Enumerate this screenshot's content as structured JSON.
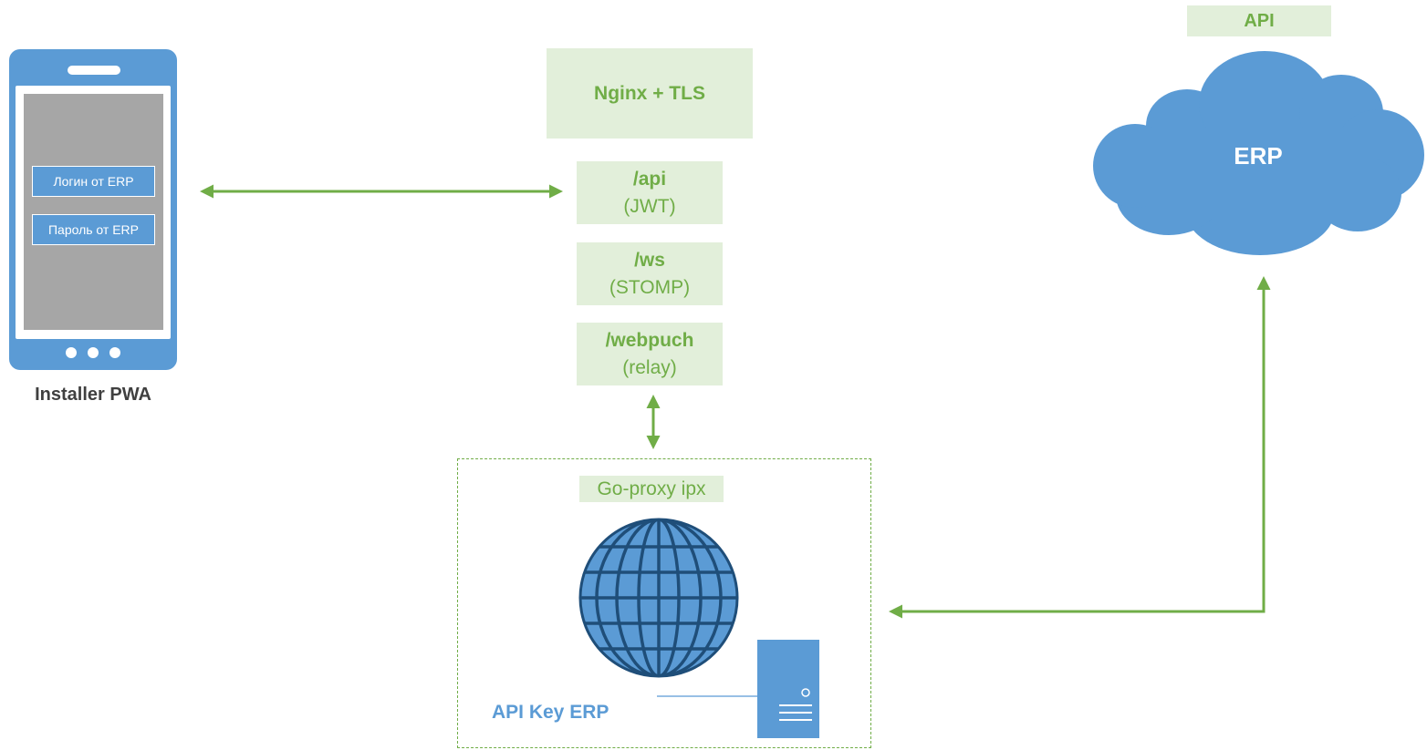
{
  "client": {
    "login_field": "Логин от ERP",
    "password_field": "Пароль от ERP",
    "caption": "Installer PWA"
  },
  "gateway": {
    "title": "Nginx + TLS",
    "routes": [
      {
        "path": "/api",
        "detail": "(JWT)"
      },
      {
        "path": "/ws",
        "detail": "(STOMP)"
      },
      {
        "path": "/webpuch",
        "detail": "(relay)"
      }
    ]
  },
  "proxy": {
    "title": "Go-proxy ipx",
    "api_key_label": "API Key ERP"
  },
  "erp": {
    "api_label": "API",
    "cloud_label": "ERP"
  },
  "colors": {
    "accent_green": "#70ad47",
    "box_green": "#e2efda",
    "device_blue": "#5b9bd5",
    "globe_stroke": "#1f4e79",
    "screen_grey": "#a6a6a6"
  },
  "icons": [
    "smartphone-icon",
    "globe-icon",
    "server-icon",
    "cloud-icon"
  ]
}
